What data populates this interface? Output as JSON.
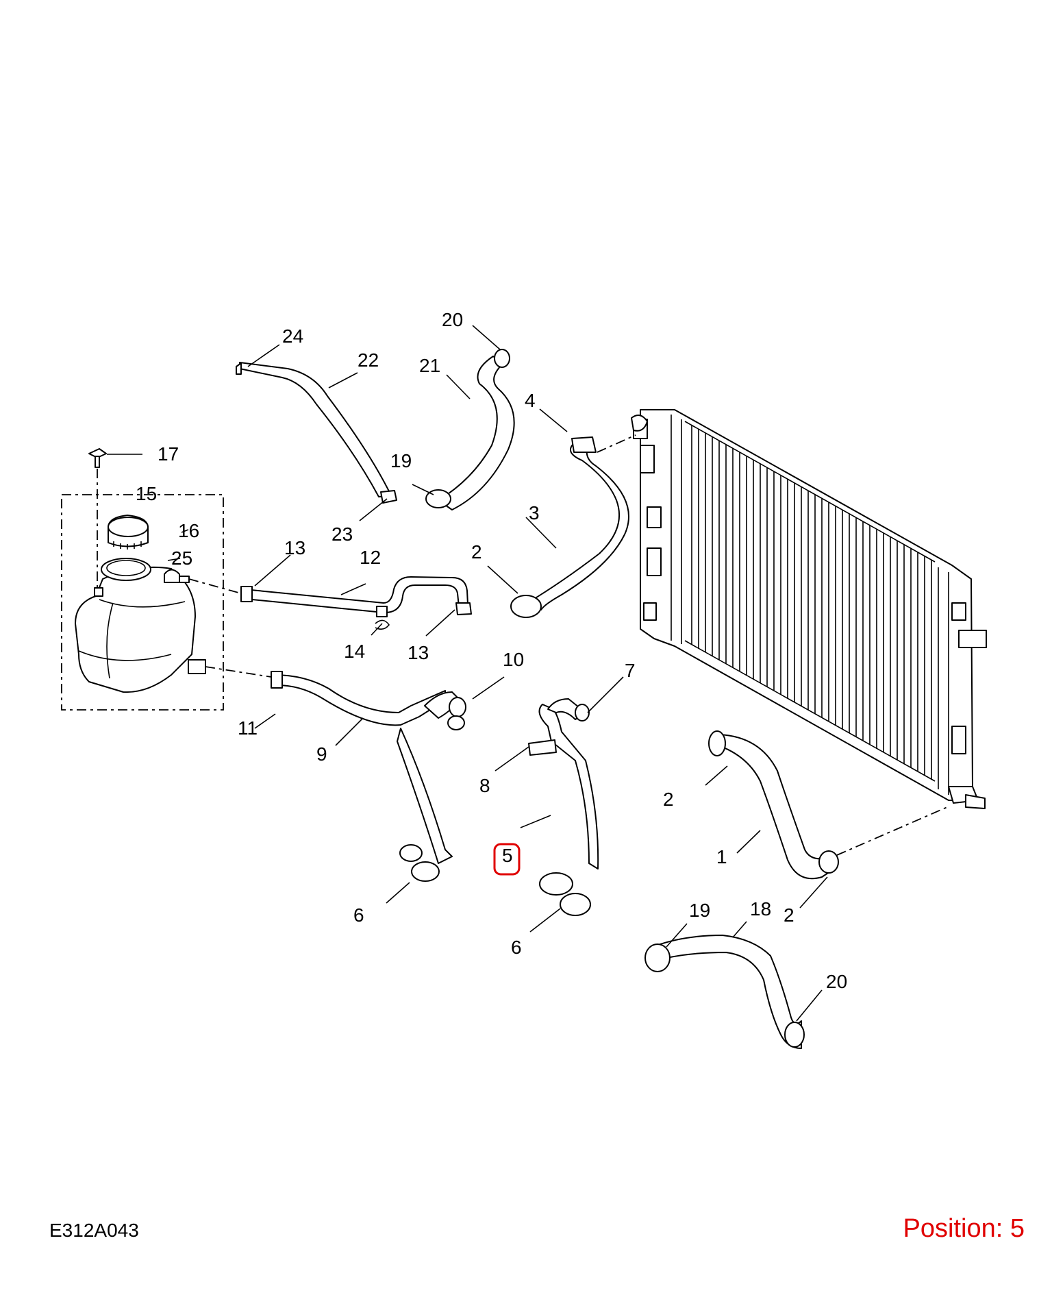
{
  "diagram": {
    "callouts": [
      "1",
      "2",
      "3",
      "4",
      "5",
      "6",
      "7",
      "8",
      "9",
      "10",
      "11",
      "12",
      "13",
      "14",
      "15",
      "16",
      "17",
      "18",
      "19",
      "20",
      "21",
      "22",
      "23",
      "24",
      "25"
    ],
    "highlight_color": "#e00000",
    "highlighted_callout": "5"
  },
  "footer": {
    "reference_code": "E312A043",
    "position_text": "Position: 5"
  }
}
